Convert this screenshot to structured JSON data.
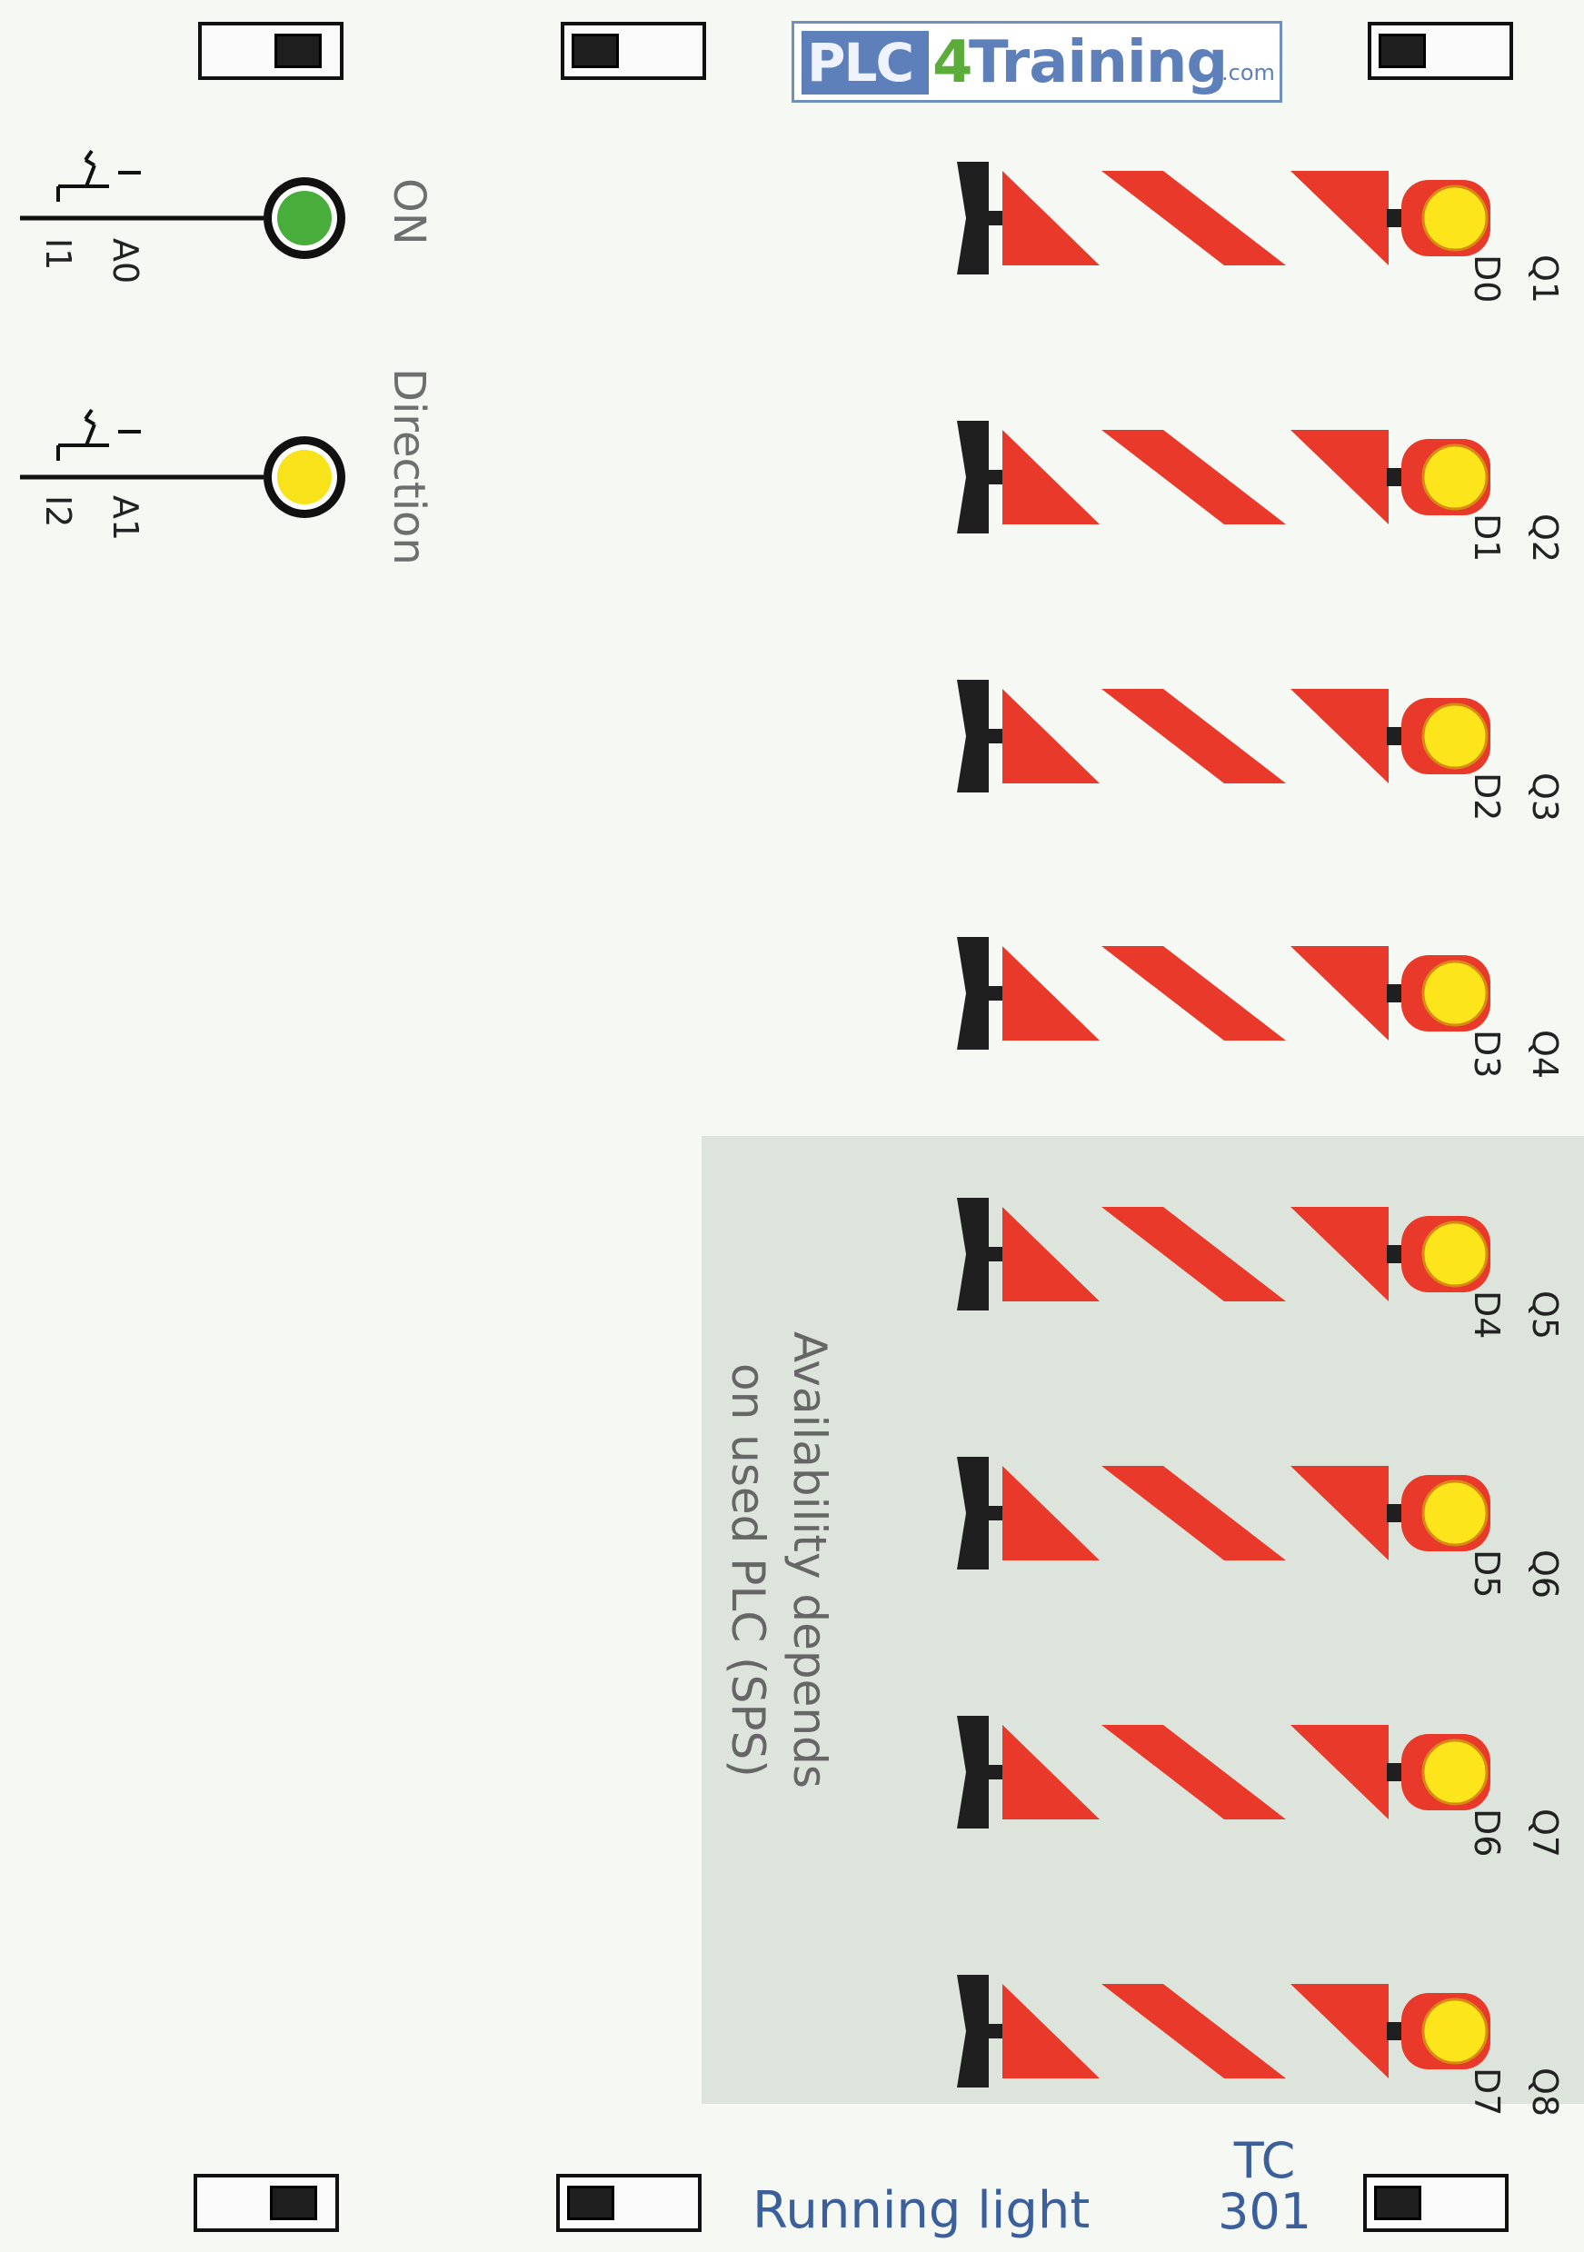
{
  "logo": {
    "part1": "PLC",
    "part2": "4",
    "part3": "Training",
    "part4": ".com"
  },
  "inputs": [
    {
      "lamp_color": "#49ad3b",
      "label_top": "A0",
      "label_bottom": "I1",
      "caption": "ON"
    },
    {
      "lamp_color": "#f8e21a",
      "label_top": "A1",
      "label_bottom": "I2",
      "caption": "Direction"
    }
  ],
  "signals": [
    {
      "q": "Q1",
      "d": "D0"
    },
    {
      "q": "Q2",
      "d": "D1"
    },
    {
      "q": "Q3",
      "d": "D2"
    },
    {
      "q": "Q4",
      "d": "D3"
    },
    {
      "q": "Q5",
      "d": "D4"
    },
    {
      "q": "Q6",
      "d": "D5"
    },
    {
      "q": "Q7",
      "d": "D6"
    },
    {
      "q": "Q8",
      "d": "D7"
    }
  ],
  "availability_note": {
    "line1": "Availability depends",
    "line2": "on used PLC (SPS)"
  },
  "footer": {
    "title": "Running light",
    "code_line1": "TC",
    "code_line2": "301"
  },
  "colors": {
    "barrier_red": "#e8392a",
    "lamp_yellow": "#fce51a",
    "frame_black": "#1f1f1f",
    "accent_blue": "#3a5f9a",
    "gray_zone": "#dde4db"
  }
}
